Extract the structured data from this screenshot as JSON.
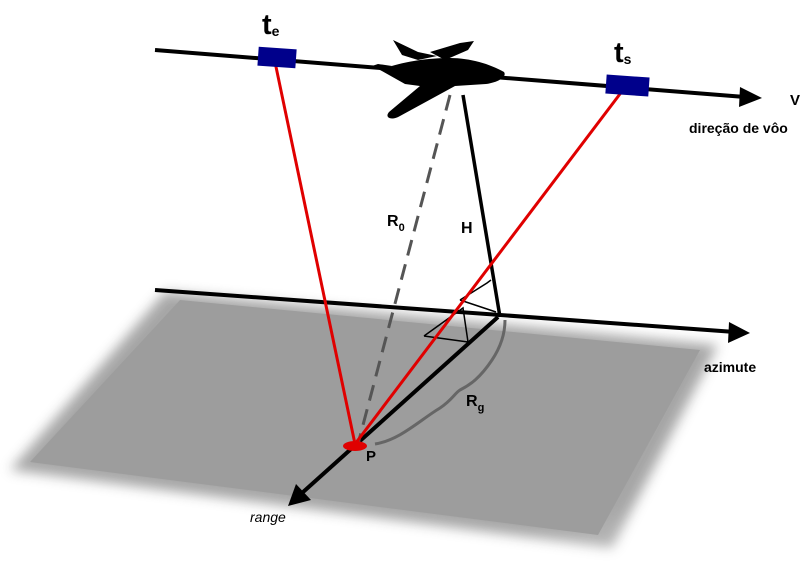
{
  "labels": {
    "te_main": "t",
    "te_sub": "e",
    "ts_main": "t",
    "ts_sub": "s",
    "velocity": "V",
    "flight_direction": "direção de vôo",
    "slant_range_main": "R",
    "slant_range_sub": "0",
    "height": "H",
    "ground_range_main": "R",
    "ground_range_sub": "g",
    "point": "P",
    "azimuth": "azimute",
    "range": "range"
  },
  "colors": {
    "ground_plane": "#9a9a9a",
    "ray": "#e00000",
    "antenna": "#00008b",
    "lines": "#000000",
    "dashed": "#555555",
    "brace": "#666666"
  },
  "icons": {
    "aircraft": "airplane-icon"
  }
}
